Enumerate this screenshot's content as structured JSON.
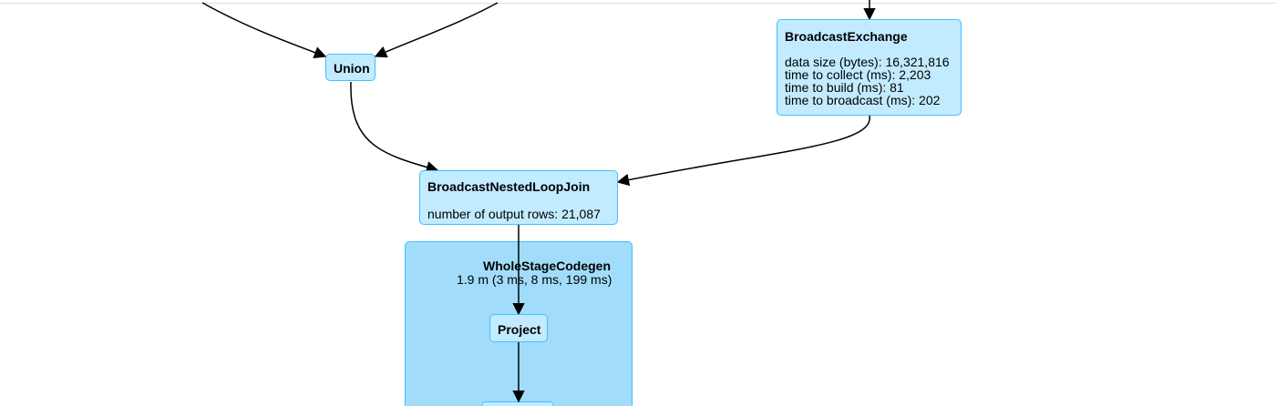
{
  "diagram": {
    "nodes": {
      "union": {
        "title": "Union"
      },
      "broadcast_exchange": {
        "title": "BroadcastExchange",
        "metrics": [
          "data size (bytes): 16,321,816",
          "time to collect (ms): 2,203",
          "time to build (ms): 81",
          "time to broadcast (ms): 202"
        ]
      },
      "broadcast_nested_loop_join": {
        "title": "BroadcastNestedLoopJoin",
        "metrics": [
          "number of output rows: 21,087"
        ]
      },
      "project": {
        "title": "Project"
      }
    },
    "cluster": {
      "title": "WholeStageCodegen",
      "timing": "1.9 m (3 ms, 8 ms, 199 ms)"
    },
    "edges": [
      {
        "from": "offscreen",
        "to": "union"
      },
      {
        "from": "offscreen",
        "to": "union"
      },
      {
        "from": "offscreen",
        "to": "broadcast_exchange"
      },
      {
        "from": "union",
        "to": "broadcast_nested_loop_join"
      },
      {
        "from": "broadcast_exchange",
        "to": "broadcast_nested_loop_join"
      },
      {
        "from": "broadcast_nested_loop_join",
        "to": "project"
      },
      {
        "from": "project",
        "to": "offscreen"
      }
    ],
    "colors": {
      "node_fill": "#c2ebff",
      "cluster_fill": "#a1ddfa",
      "border": "#3ec0ff",
      "edge": "#000000"
    }
  }
}
